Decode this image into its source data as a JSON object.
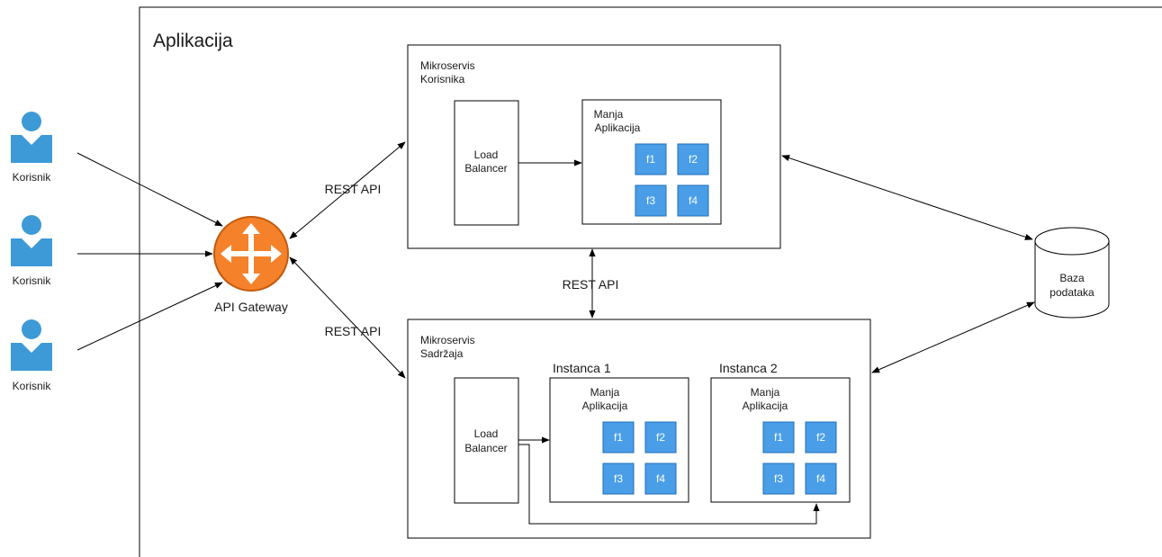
{
  "app": {
    "title": "Aplikacija"
  },
  "users": [
    {
      "label": "Korisnik"
    },
    {
      "label": "Korisnik"
    },
    {
      "label": "Korisnik"
    }
  ],
  "gateway": {
    "label": "API Gateway",
    "color": "#f5822a"
  },
  "rest_api": {
    "label": "REST API"
  },
  "microservice_users": {
    "title_line1": "Mikroservis",
    "title_line2": "Korisnika",
    "load_balancer_line1": "Load",
    "load_balancer_line2": "Balancer",
    "app_line1": "Manja",
    "app_line2": "Aplikacija",
    "functions": [
      "f1",
      "f2",
      "f3",
      "f4"
    ]
  },
  "microservice_content": {
    "title_line1": "Mikroservis",
    "title_line2": "Sadržaja",
    "load_balancer_line1": "Load",
    "load_balancer_line2": "Balancer",
    "instances": [
      {
        "label": "Instanca 1",
        "app_line1": "Manja",
        "app_line2": "Aplikacija",
        "functions": [
          "f1",
          "f2",
          "f3",
          "f4"
        ]
      },
      {
        "label": "Instanca 2",
        "app_line1": "Manja",
        "app_line2": "Aplikacija",
        "functions": [
          "f1",
          "f2",
          "f3",
          "f4"
        ]
      }
    ]
  },
  "database": {
    "line1": "Baza",
    "line2": "podataka"
  },
  "colors": {
    "user_icon": "#3d9ad6",
    "function_box": "#4a9ee8"
  }
}
